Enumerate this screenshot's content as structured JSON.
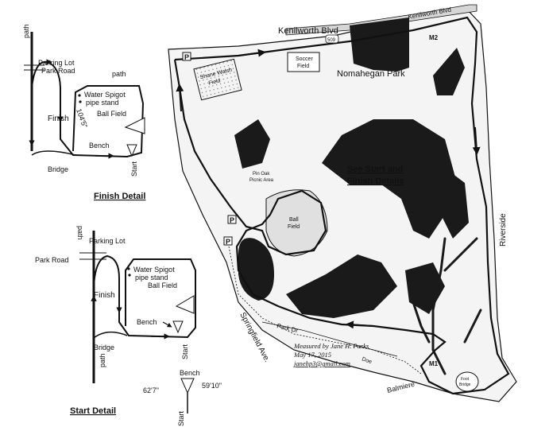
{
  "main_map": {
    "roads": {
      "kenilworth_top": "Kenilworth Blvd",
      "kenilworth_edge": "Kenilworth Blvd",
      "route_shield": "509",
      "riverside": "Riverside",
      "springfield": "Springfield Ave.",
      "park_dr": "Park Dr",
      "balmiere": "Balmiere",
      "doe": "Doe"
    },
    "places": {
      "park_name": "Nomahegan Park",
      "soccer": "Soccer\nField",
      "shane": "Shane Walsh\nField",
      "pin_oak": "Pin Oak\nPicnic Area",
      "ball_field": "Ball\nField",
      "foot_bridge": "Foot\nBridge"
    },
    "markers": {
      "m1": "M1",
      "m2": "M2",
      "parking": "P"
    },
    "callout_line1": "See Start and",
    "callout_line2": "Finish Details",
    "credit": {
      "line1": "Measured by Jane H. Parks",
      "line2": "May 17, 2015",
      "line3": "janehp3@gmail.com"
    }
  },
  "finish_detail": {
    "title": "Finish Detail",
    "path_top": "path",
    "path_right": "path",
    "parking_lot": "Parking Lot",
    "park_road": "Park Road",
    "water": "Water Spigot\npipe stand",
    "ball_field": "Ball Field",
    "finish": "Finish",
    "distance": "104'5\"",
    "bench": "Bench",
    "bridge": "Bridge",
    "start": "Start"
  },
  "start_detail": {
    "title": "Start Detail",
    "path_top": "path",
    "path_bottom": "path",
    "parking_lot": "Parking Lot",
    "park_road": "Park Road",
    "water": "Water Spigot\npipe stand",
    "ball_field": "Ball Field",
    "finish": "Finish",
    "bench": "Bench",
    "bridge": "Bridge",
    "start": "Start",
    "bench2": "Bench",
    "measure_left": "62'7\"",
    "measure_right": "59'10\"",
    "start2": "Start"
  },
  "colors": {
    "ink": "#111111",
    "water": "#1a1a1a",
    "paper": "#ffffff",
    "field": "#bfbfbf"
  }
}
